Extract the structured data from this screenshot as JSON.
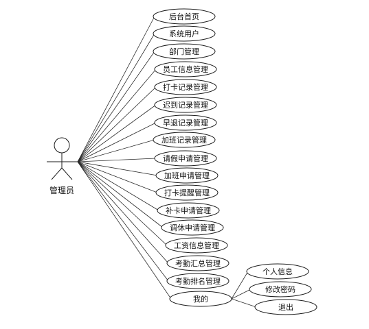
{
  "actor": {
    "label": "管理员"
  },
  "use_cases": [
    "后台首页",
    "系统用户",
    "部门管理",
    "员工信息管理",
    "打卡记录管理",
    "迟到记录管理",
    "早退记录管理",
    "加班记录管理",
    "请假申请管理",
    "加班申请管理",
    "打卡提醒管理",
    "补卡申请管理",
    "调休申请管理",
    "工资信息管理",
    "考勤汇总管理",
    "考勤排名管理",
    "我的"
  ],
  "sub_use_cases": {
    "parent": "我的",
    "items": [
      "个人信息",
      "修改密码",
      "退出"
    ]
  }
}
